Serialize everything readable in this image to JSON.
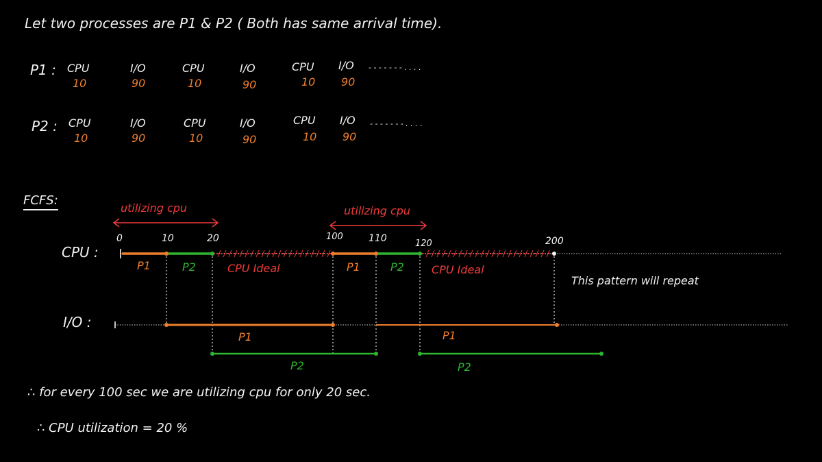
{
  "intro": "Let two processes are P1 & P2 ( Both has same arrival time).",
  "p1_row": {
    "label": "P1 :",
    "bursts": [
      {
        "type": "CPU",
        "time": "10"
      },
      {
        "type": "I/O",
        "time": "90"
      },
      {
        "type": "CPU",
        "time": "10"
      },
      {
        "type": "I/O",
        "time": "90"
      },
      {
        "type": "CPU",
        "time": "10"
      },
      {
        "type": "I/O",
        "time": "90"
      }
    ],
    "ellipsis": "- - - - - - - . . . ."
  },
  "p2_row": {
    "label": "P2 :",
    "bursts": [
      {
        "type": "CPU",
        "time": "10"
      },
      {
        "type": "I/O",
        "time": "90"
      },
      {
        "type": "CPU",
        "time": "10"
      },
      {
        "type": "I/O",
        "time": "90"
      },
      {
        "type": "CPU",
        "time": "10"
      },
      {
        "type": "I/O",
        "time": "90"
      }
    ],
    "ellipsis": "- - - - - - - . . . ."
  },
  "fcfs_label": "FCFS:",
  "utilizing_label_1": "utilizing cpu",
  "utilizing_label_2": "utilizing cpu",
  "cpu_axis_label": "CPU :",
  "io_axis_label": "I/O :",
  "ticks": {
    "t0": "0",
    "t10": "10",
    "t20": "20",
    "t100": "100",
    "t110": "110",
    "t120": "120",
    "t200": "200"
  },
  "cpu_labels": {
    "p1_a": "P1",
    "p2_a": "P2",
    "idle_a": "CPU Ideal",
    "p1_b": "P1",
    "p2_b": "P2",
    "idle_b": "CPU Ideal"
  },
  "io_labels": {
    "p1_a": "P1",
    "p2_a": "P2",
    "p1_b": "P1",
    "p2_b": "P2"
  },
  "repeat_note": "This pattern will repeat",
  "conclusion_1": "∴ for every 100 sec we are utilizing cpu for only 20 sec.",
  "conclusion_2": "∴ CPU utilization = 20 %",
  "colors": {
    "p1": "#f07f2d",
    "p2": "#2fb52f",
    "idle": "#ef3a3a",
    "text": "#f2f2f2"
  }
}
